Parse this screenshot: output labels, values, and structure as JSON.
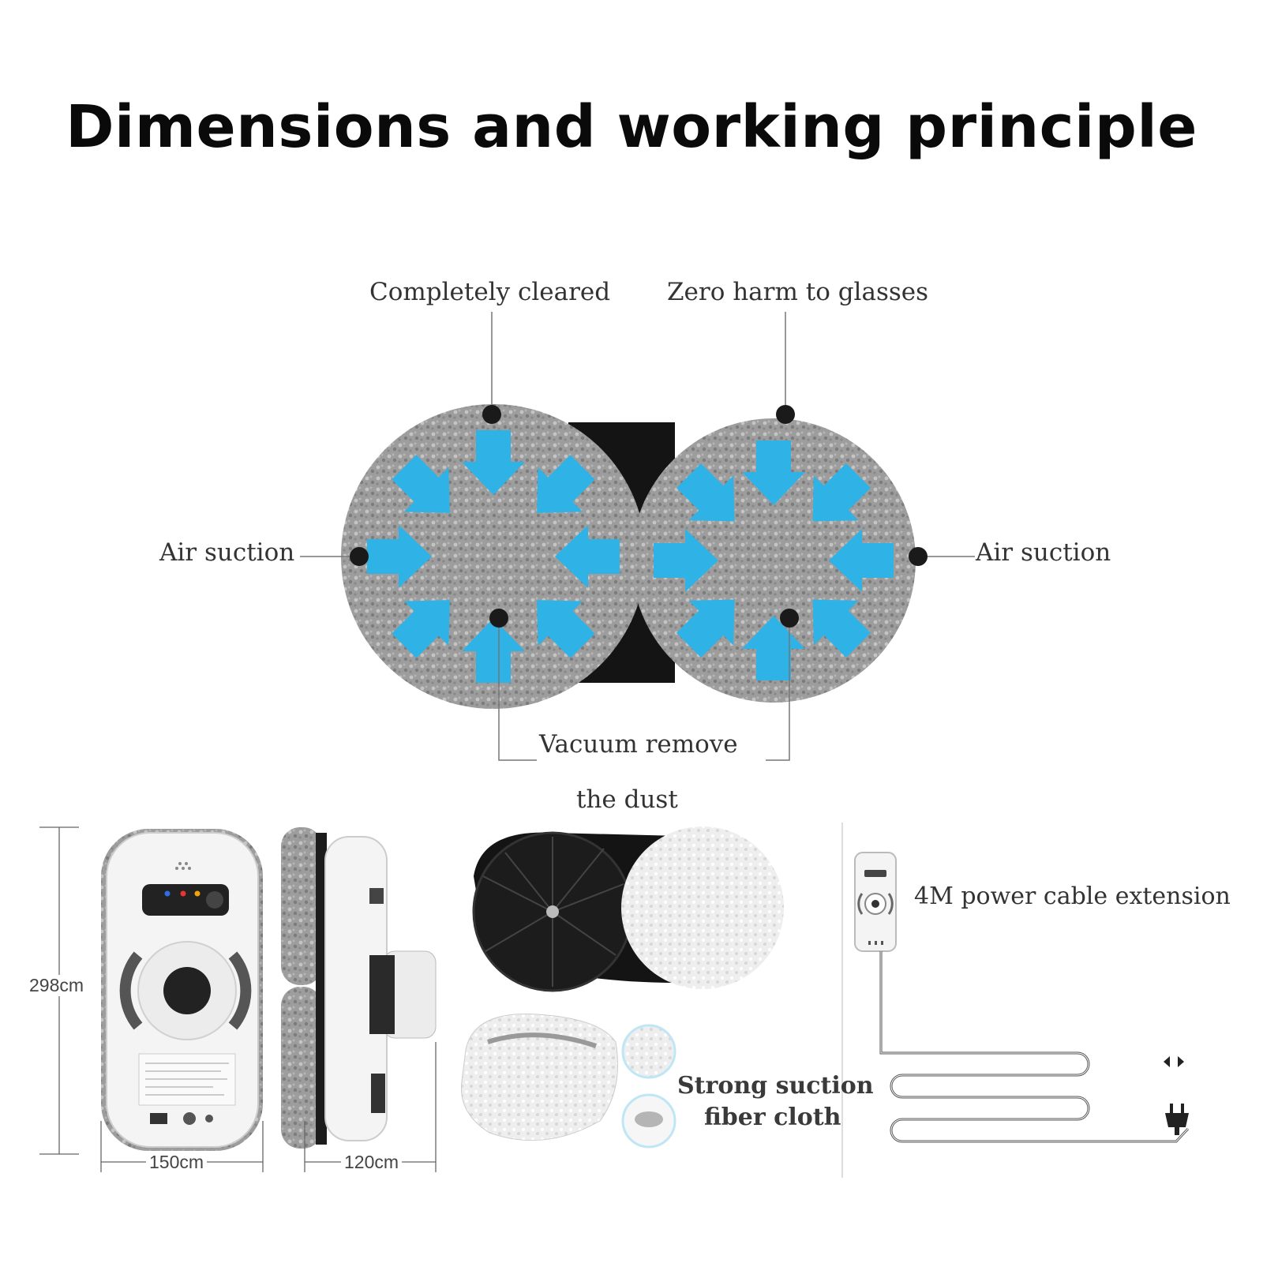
{
  "title": "Dimensions and working principle",
  "principle": {
    "top_left": "Completely cleared",
    "top_right": "Zero harm to glasses",
    "left": "Air suction",
    "right": "Air suction",
    "bottom_line1": "Vacuum remove",
    "bottom_line2": "the dust"
  },
  "dimensions": {
    "height": "298cm",
    "width": "150cm",
    "depth": "120cm"
  },
  "accessories": {
    "cable": "4M power cable extension",
    "cloth_line1": "Strong suction",
    "cloth_line2": "fiber cloth"
  },
  "colors": {
    "arrow_blue": "#2fb3e6",
    "pad_gray": "#9a9a9a",
    "body_white": "#f4f4f4",
    "dark": "#1a1a1a"
  },
  "icons": [
    "arrow-in-icon",
    "eu-plug-icon",
    "socket-icon"
  ]
}
